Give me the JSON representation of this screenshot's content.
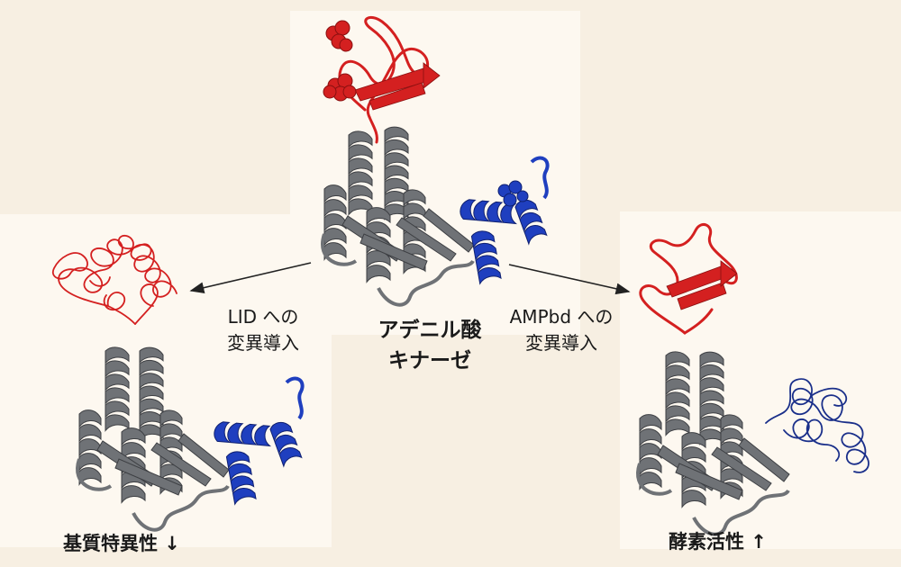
{
  "center_label": [
    "アデニル酸",
    "キナーゼ"
  ],
  "left_arrow_label": [
    "LID への",
    "変異導入"
  ],
  "right_arrow_label": [
    "AMPbd への",
    "変異導入"
  ],
  "left_result": "基質特異性 ↓",
  "right_result": "酵素活性 ↑",
  "colors": {
    "core": "#6f7276",
    "core_dark": "#3d3f43",
    "lid": "#d42020",
    "ampbd": "#1f3fbf",
    "ampbd_coil": "#1a2f8a",
    "background": "#f7efe2",
    "panel": "#fdf8f0"
  }
}
